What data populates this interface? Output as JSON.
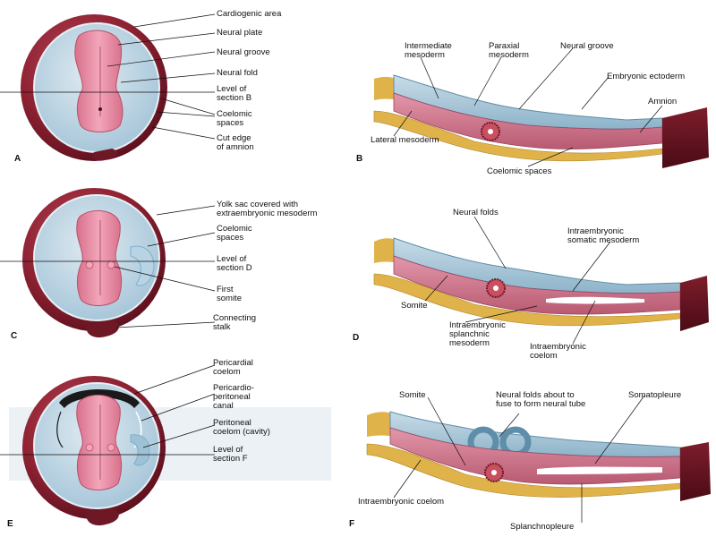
{
  "panels": [
    {
      "id": "A",
      "label": "A"
    },
    {
      "id": "B",
      "label": "B"
    },
    {
      "id": "C",
      "label": "C"
    },
    {
      "id": "D",
      "label": "D"
    },
    {
      "id": "E",
      "label": "E"
    },
    {
      "id": "F",
      "label": "F"
    }
  ],
  "labels": {
    "a_cardiogenic": "Cardiogenic area",
    "a_neural_plate": "Neural plate",
    "a_neural_groove": "Neural groove",
    "a_neural_fold": "Neural fold",
    "a_level_b_1": "Level of",
    "a_level_b_2": "section B",
    "a_coelomic_1": "Coelomic",
    "a_coelomic_2": "spaces",
    "a_cut_edge_1": "Cut edge",
    "a_cut_edge_2": "of amnion",
    "b_intermediate_1": "Intermediate",
    "b_intermediate_2": "mesoderm",
    "b_paraxial_1": "Paraxial",
    "b_paraxial_2": "mesoderm",
    "b_neural_groove": "Neural groove",
    "b_embryonic_ectoderm": "Embryonic ectoderm",
    "b_amnion": "Amnion",
    "b_lateral_mesoderm": "Lateral mesoderm",
    "b_coelomic_spaces": "Coelomic spaces",
    "c_yolk_1": "Yolk sac covered with",
    "c_yolk_2": "extraembryonic mesoderm",
    "c_coelomic_1": "Coelomic",
    "c_coelomic_2": "spaces",
    "c_level_d_1": "Level of",
    "c_level_d_2": "section D",
    "c_first_somite_1": "First",
    "c_first_somite_2": "somite",
    "c_connecting_1": "Connecting",
    "c_connecting_2": "stalk",
    "d_neural_folds": "Neural folds",
    "d_somatic_1": "Intraembryonic",
    "d_somatic_2": "somatic mesoderm",
    "d_somite": "Somite",
    "d_splanchnic_1": "Intraembryonic",
    "d_splanchnic_2": "splanchnic",
    "d_splanchnic_3": "mesoderm",
    "d_coelom_1": "Intraembryonic",
    "d_coelom_2": "coelom",
    "e_pericardial_1": "Pericardial",
    "e_pericardial_2": "coelom",
    "e_pp_canal_1": "Pericardio-",
    "e_pp_canal_2": "peritoneal",
    "e_pp_canal_3": "canal",
    "e_peritoneal_1": "Peritoneal",
    "e_peritoneal_2": "coelom (cavity)",
    "e_level_f_1": "Level of",
    "e_level_f_2": "section F",
    "f_somite": "Somite",
    "f_neural_folds_1": "Neural folds about to",
    "f_neural_folds_2": "fuse to form neural tube",
    "f_somatopleure": "Somatopleure",
    "f_coelom": "Intraembryonic coelom",
    "f_splanchnopleure": "Splanchnopleure"
  },
  "colors": {
    "amnion_maroon": "#8e2232",
    "amnion_dark": "#5a0f1c",
    "fluid_blue": "#b8d3e3",
    "fluid_edge": "#7fb0cc",
    "embryo_pink": "#e98aa3",
    "mesoderm_rose": "#d77c92",
    "ectoderm_blue": "#a9c7da",
    "yolk_gold": "#e0b24a"
  }
}
